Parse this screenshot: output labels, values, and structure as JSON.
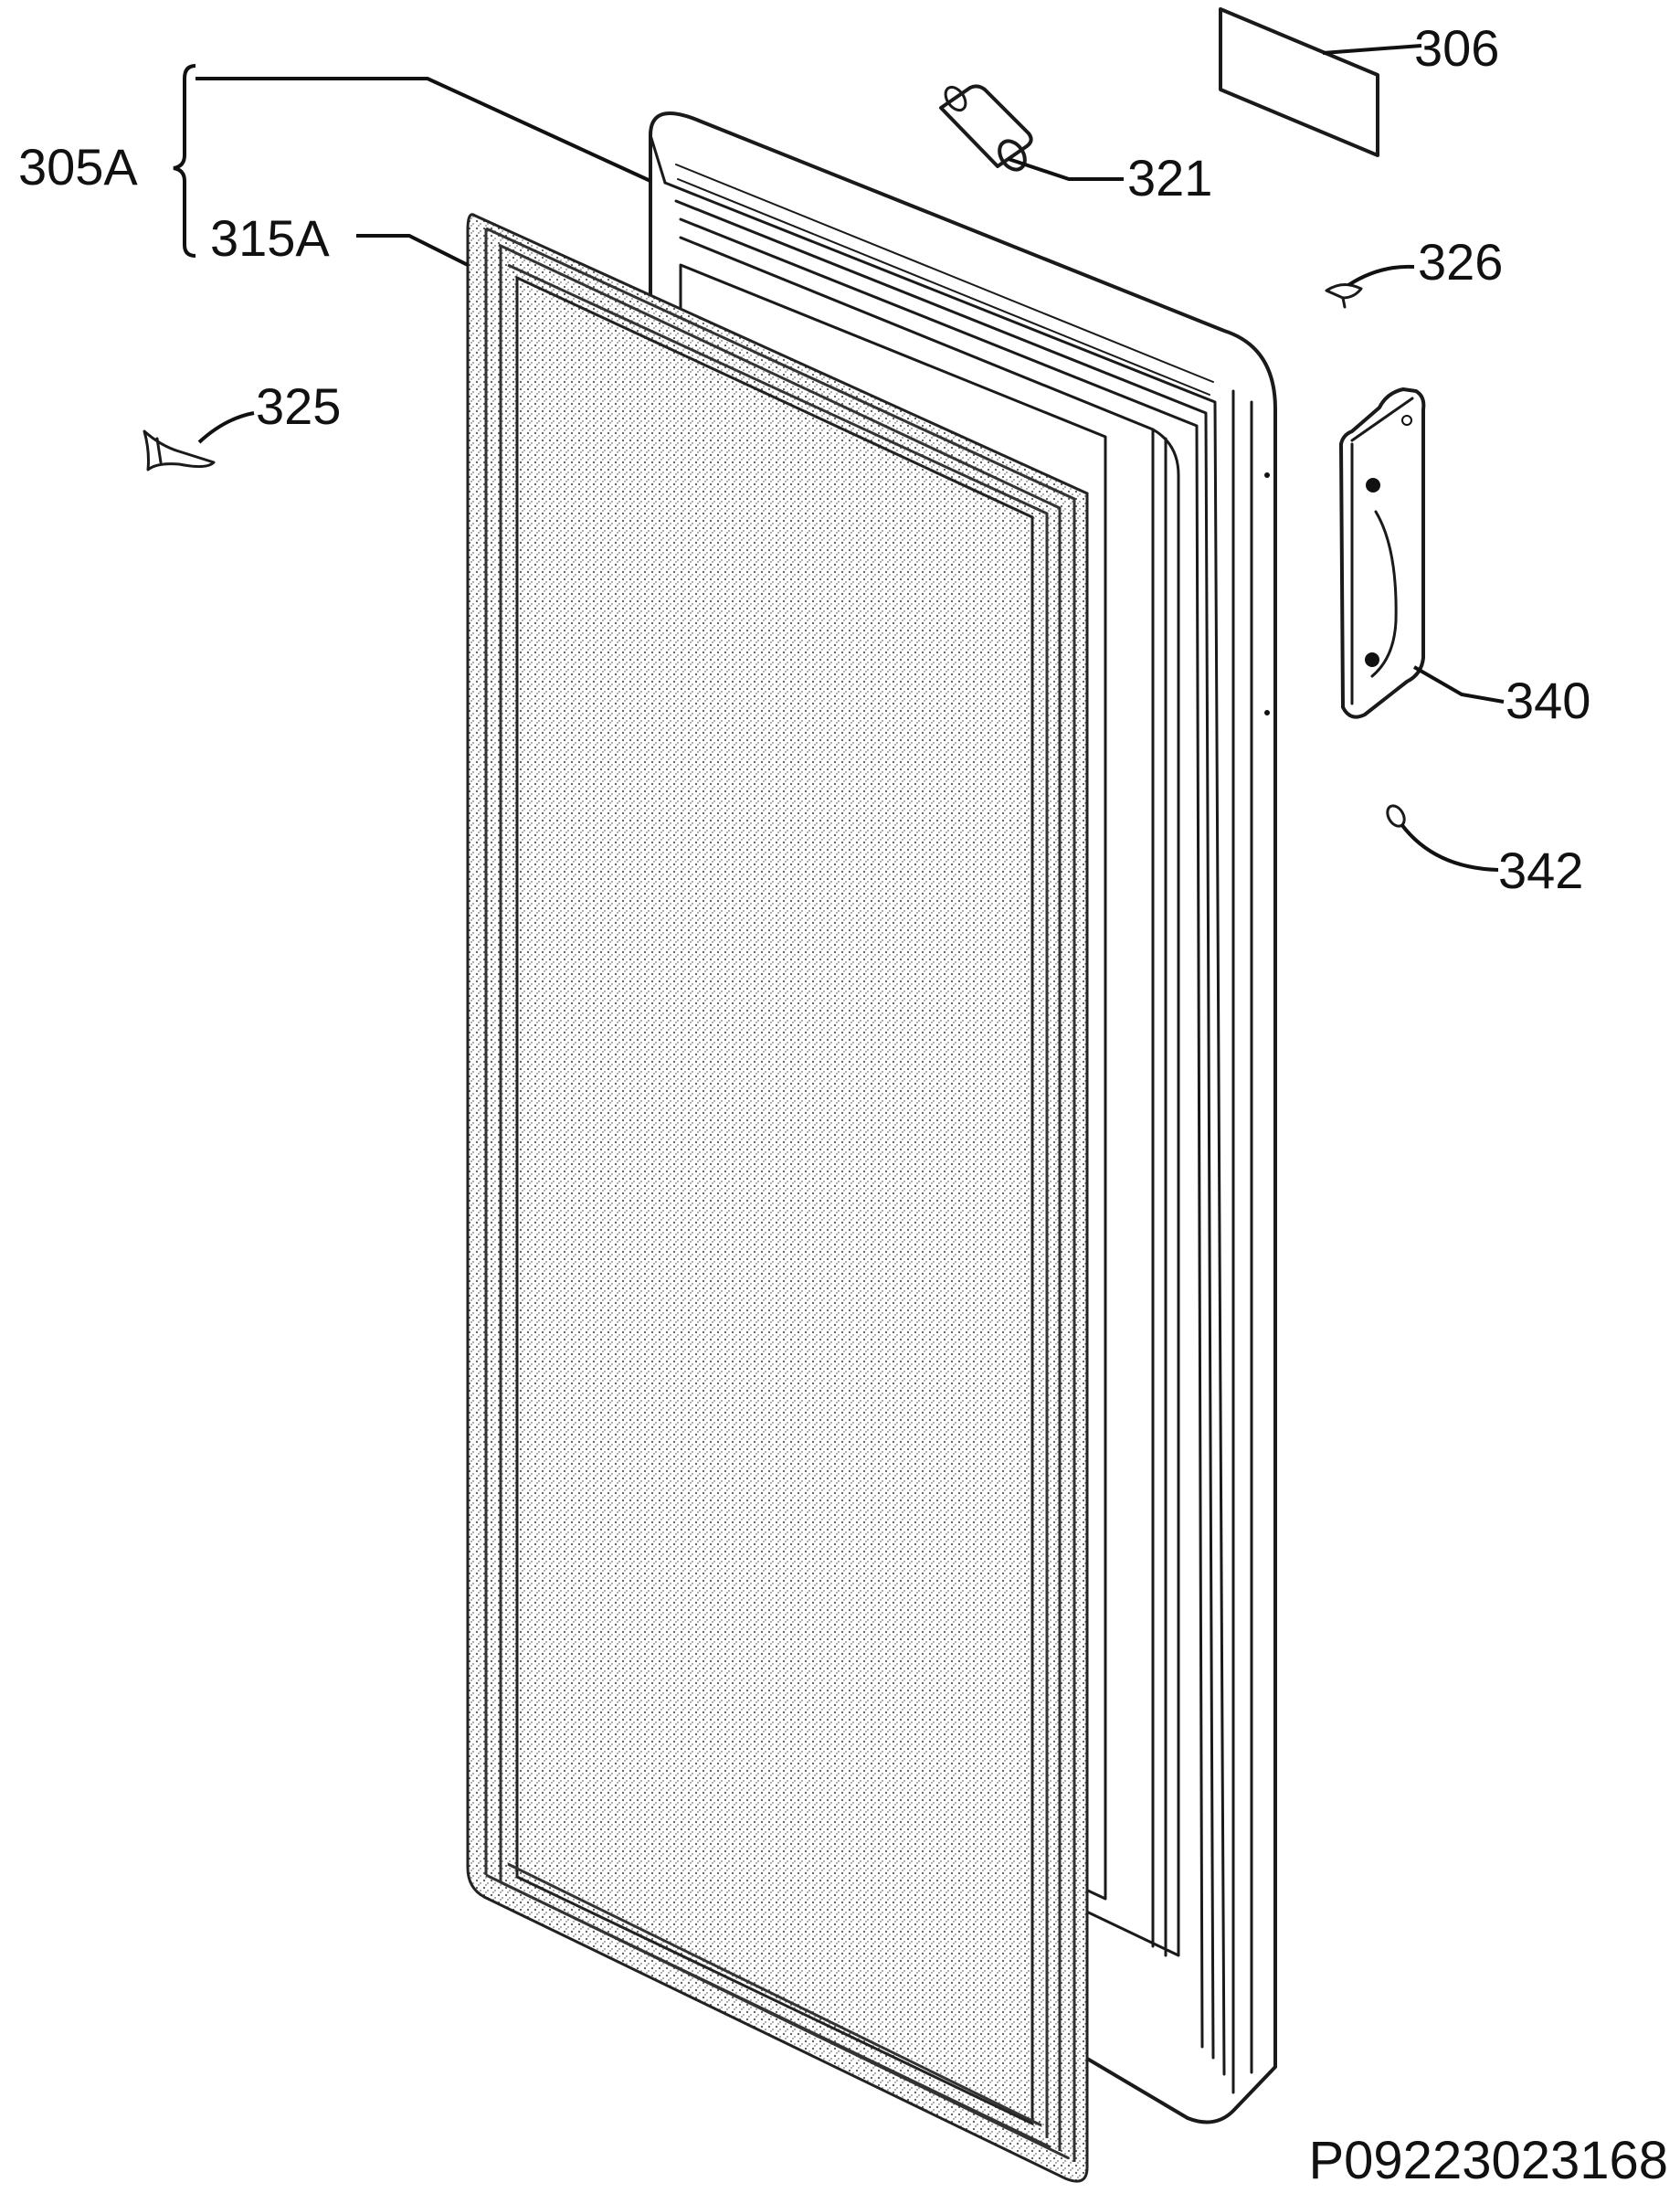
{
  "diagram": {
    "drawing_number": "P09223023168",
    "callouts": {
      "door_assembly": "305A",
      "gasket": "315A",
      "label_plate": "306",
      "hinge_pin": "321",
      "screw_cap": "326",
      "plug": "325",
      "handle": "340",
      "handle_screw": "342"
    }
  }
}
